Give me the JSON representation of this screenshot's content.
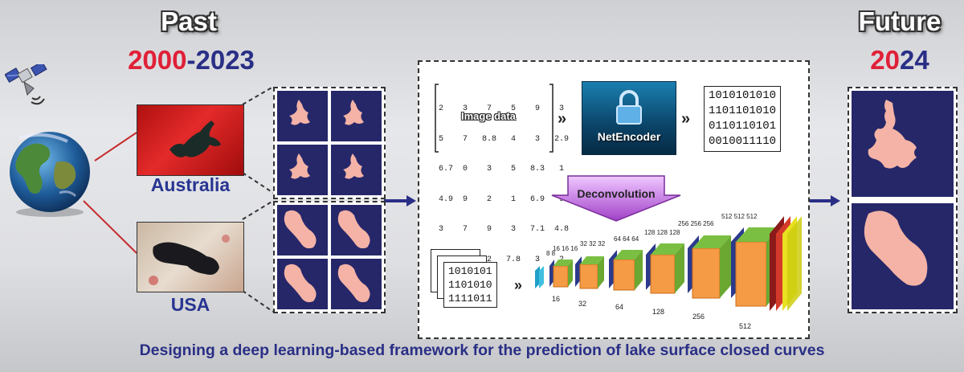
{
  "past": {
    "title": "Past",
    "year_start": "2000",
    "year_sep": "-",
    "year_end": "2023"
  },
  "future": {
    "title": "Future",
    "year_a": "20",
    "year_b": "24"
  },
  "regions": [
    "Australia",
    "USA"
  ],
  "matrix": {
    "rows": [
      "2    3    7    5    9    3",
      "5    7   8.8   4    3   2.9",
      "6.7  0    3    5   8.3   1",
      "4.9  9    2    1   6.9   9",
      "3    7    9    3   7.1  4.8",
      "9   7.02  2   7.8   3    2"
    ],
    "label": "Image data"
  },
  "netencoder_label": "NetEncoder",
  "encoded_binary": [
    "1010101010",
    "1101101010",
    "0110110101",
    "0010011110"
  ],
  "deconvolution_label": "Deconvolution",
  "input_binary": [
    "1010101",
    "1101010",
    "1111011"
  ],
  "network": {
    "top_labels": [
      "8 8",
      "16 16 16",
      "32 32 32",
      "64 64 64",
      "128 128 128",
      "256 256 256",
      "512  512  512"
    ],
    "bottom_labels": [
      "16",
      "32",
      "64",
      "128",
      "256",
      "512"
    ]
  },
  "caption": "Designing a deep learning-based framework for the prediction of lake surface closed curves",
  "colors": {
    "navy": "#2a2f86",
    "red": "#e02038",
    "tile": "#262769",
    "lake": "#f4b3a6",
    "block": "#f59a45"
  }
}
